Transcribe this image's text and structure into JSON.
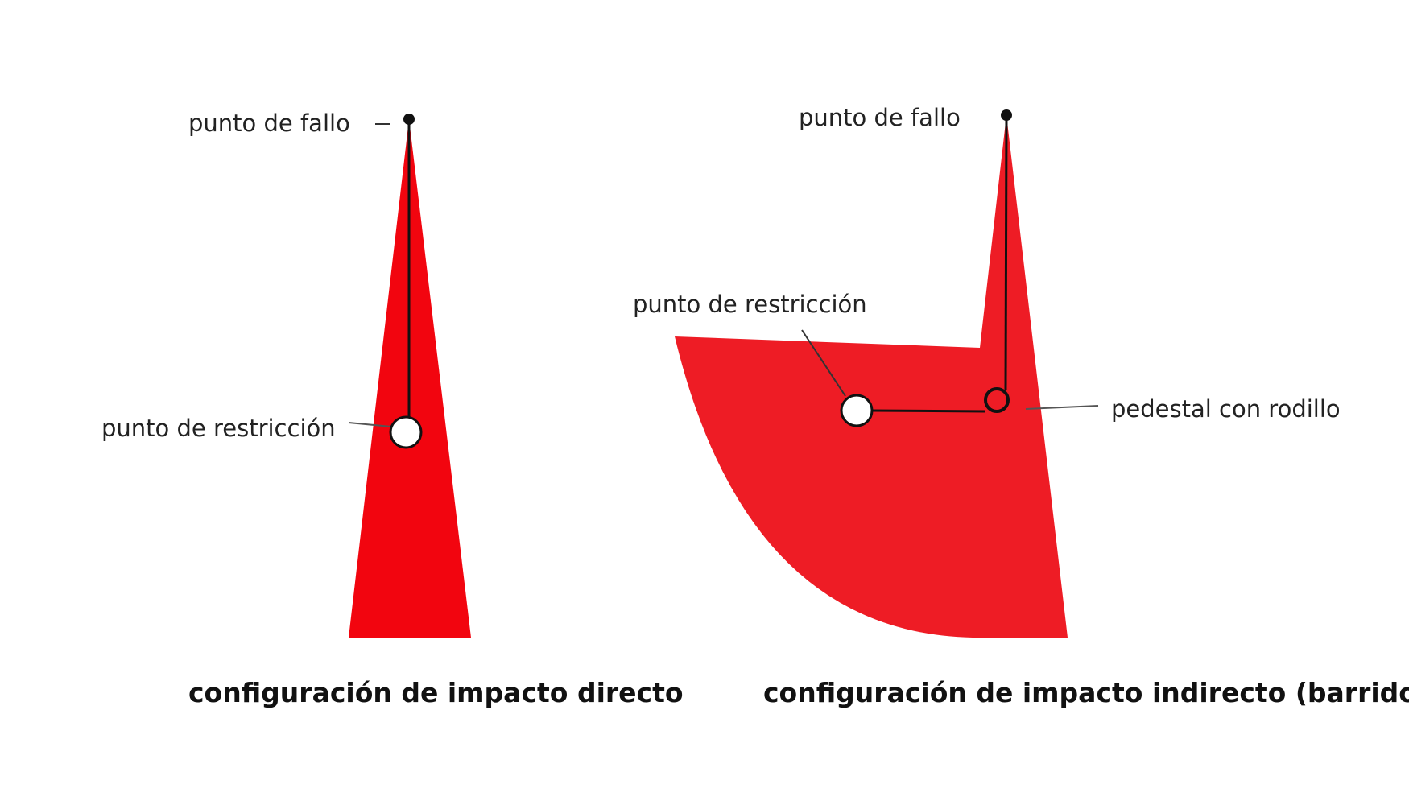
{
  "colors": {
    "zone_fill": "#ee1c25",
    "zone_fill_left": "#f2050f",
    "line": "#111111",
    "restraint_point": "#ffffff"
  },
  "left_panel": {
    "label_failure_point": "punto de fallo",
    "label_restraint_point": "punto de restricción",
    "caption": "configuración de impacto directo"
  },
  "right_panel": {
    "label_failure_point": "punto de fallo",
    "label_restraint_point": "punto de restricción",
    "label_roller_pedestal": "pedestal con rodillo",
    "caption": "configuración de impacto indirecto (barrido)"
  }
}
